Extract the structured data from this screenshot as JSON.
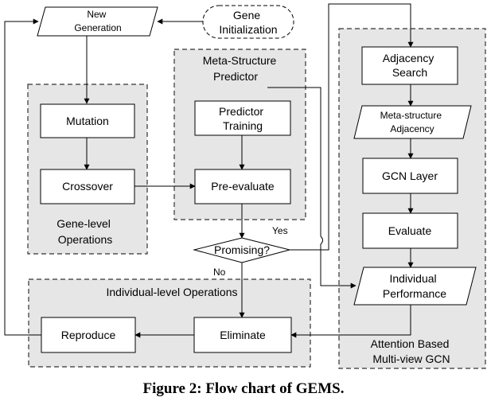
{
  "colors": {
    "group_fill": "#e6e6e6",
    "line": "#000000",
    "box_fill": "#ffffff"
  },
  "nodes": {
    "new_generation": [
      "New",
      "Generation"
    ],
    "gene_initialization": [
      "Gene",
      "Initialization"
    ],
    "mutation": "Mutation",
    "crossover": "Crossover",
    "predictor_training": [
      "Predictor",
      "Training"
    ],
    "pre_evaluate": "Pre-evaluate",
    "promising": "Promising?",
    "adjacency_search": [
      "Adjacency",
      "Search"
    ],
    "meta_structure_adjacency": [
      "Meta-structure",
      "Adjacency"
    ],
    "gcn_layer": "GCN Layer",
    "evaluate": "Evaluate",
    "individual_performance": [
      "Individual",
      "Performance"
    ],
    "reproduce": "Reproduce",
    "eliminate": "Eliminate"
  },
  "groups": {
    "gene_level": [
      "Gene-level",
      "Operations"
    ],
    "meta_structure_predictor": [
      "Meta-Structure",
      "Predictor"
    ],
    "attention_gcn": [
      "Attention Based",
      "Multi-view GCN"
    ],
    "individual_level": "Individual-level Operations"
  },
  "edge_labels": {
    "yes": "Yes",
    "no": "No"
  },
  "caption": "Figure 2: Flow chart of GEMS."
}
